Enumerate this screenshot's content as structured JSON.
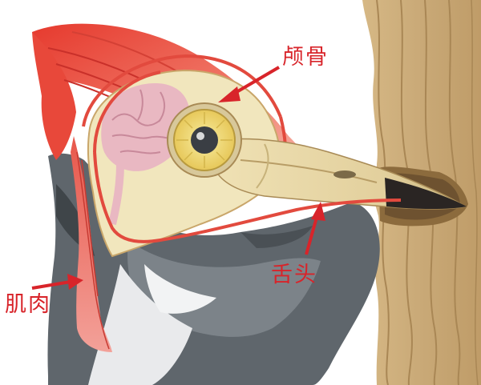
{
  "labels": {
    "skull": "颅骨",
    "tongue": "舌头",
    "muscle": "肌肉"
  },
  "colors": {
    "label_red": "#d8242a",
    "wood": "#c9a977",
    "wood_light": "#dcc095",
    "crest_red": "#e84a3c",
    "feather_gray": "#6b7278",
    "bone": "#ecdcae",
    "brain_pink": "#e8b5c0",
    "eye_yellow": "#f2de6d",
    "beak_dark": "#2a2523"
  },
  "icons": {
    "arrow": "arrow-icon"
  }
}
